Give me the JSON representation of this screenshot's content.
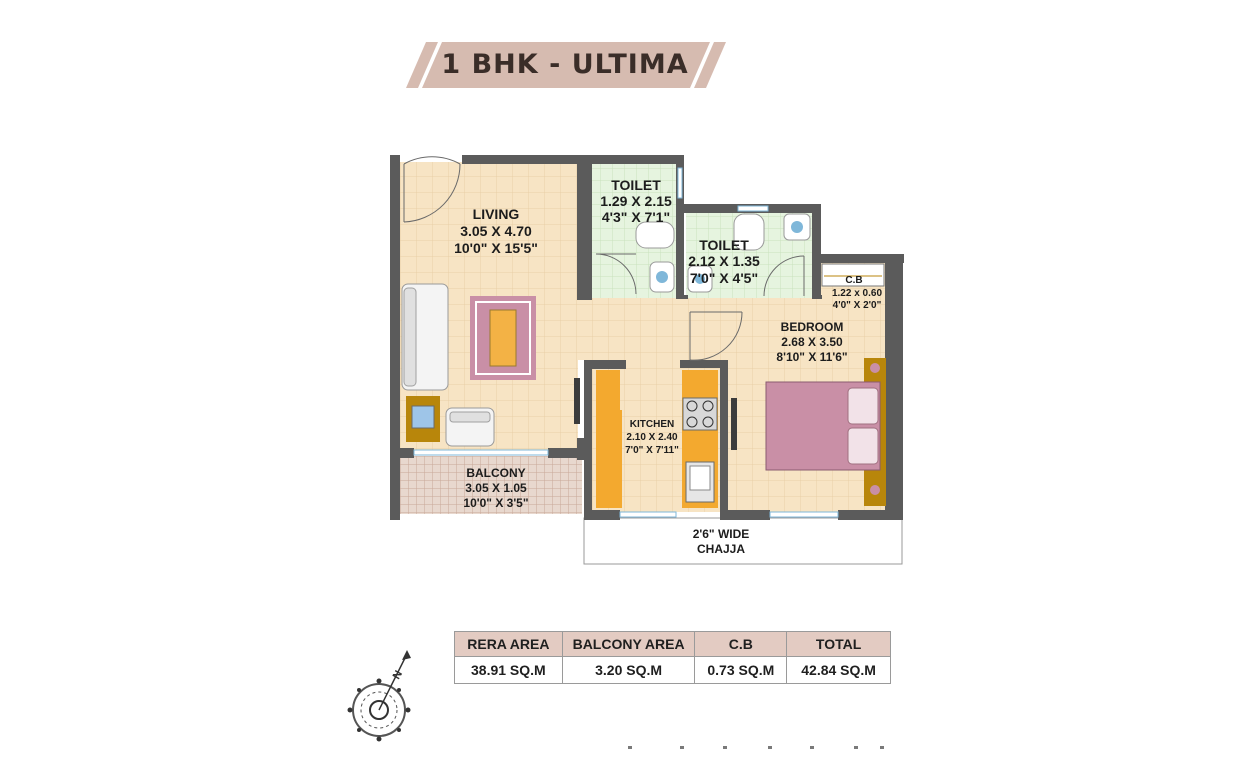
{
  "title": "1 BHK - ULTIMA",
  "colors": {
    "banner": "#d6bbb0",
    "floor": "#f7e4c4",
    "wall": "#5b5b5b",
    "toilet_floor": "#e6f4df",
    "balcony_floor": "#e8d8ce",
    "counter": "#f3a92f",
    "bed": "#c98fa6"
  },
  "rooms": {
    "living": {
      "name": "LIVING",
      "metric": "3.05 X 4.70",
      "imperial": "10'0\" X 15'5\""
    },
    "toilet1": {
      "name": "TOILET",
      "metric": "1.29 X 2.15",
      "imperial": "4'3\" X 7'1\""
    },
    "toilet2": {
      "name": "TOILET",
      "metric": "2.12 X 1.35",
      "imperial": "7'0\" X 4'5\""
    },
    "cb": {
      "name": "C.B",
      "metric": "1.22 x 0.60",
      "imperial": "4'0\" X 2'0\""
    },
    "bedroom": {
      "name": "BEDROOM",
      "metric": "2.68 X 3.50",
      "imperial": "8'10\" X 11'6\""
    },
    "kitchen": {
      "name": "KITCHEN",
      "metric": "2.10 X 2.40",
      "imperial": "7'0\" X 7'11\""
    },
    "balcony": {
      "name": "BALCONY",
      "metric": "3.05 X 1.05",
      "imperial": "10'0\" X 3'5\""
    },
    "chajja": {
      "line1": "2'6\" WIDE",
      "line2": "CHAJJA"
    }
  },
  "area_table": {
    "headers": [
      "RERA AREA",
      "BALCONY AREA",
      "C.B",
      "TOTAL"
    ],
    "values": [
      "38.91 SQ.M",
      "3.20 SQ.M",
      "0.73 SQ.M",
      "42.84 SQ.M"
    ]
  },
  "compass": {
    "north_label": "N",
    "icon": "compass-icon"
  }
}
